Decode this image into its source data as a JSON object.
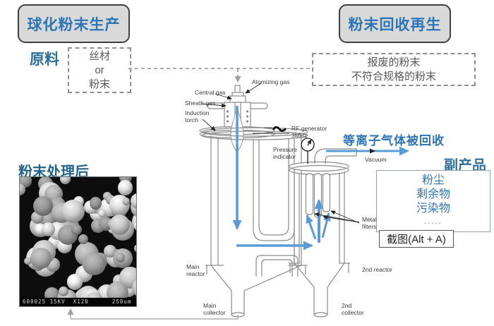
{
  "colors": {
    "accent_blue": "#2E75B6",
    "label_teal": "#2e6f99",
    "arrow_blue": "#5B9BD5"
  },
  "flow_nodes": {
    "production": "球化粉末生产",
    "recycle": "粉末回收再生"
  },
  "raw_material": {
    "label": "原料",
    "feed_lines": [
      "丝材",
      "or",
      "粉末"
    ]
  },
  "scrap_box": {
    "lines": [
      "报废的粉末",
      "不符合规格的粉末"
    ]
  },
  "plasma_recovered_label": "等离子气体被回收",
  "byproduct": {
    "title": "副产品",
    "items": [
      "粉尘",
      "剩余物",
      "污染物"
    ],
    "dots": "....."
  },
  "screenshot_tooltip": {
    "label": "截图(Alt + A)"
  },
  "processed_powder": {
    "label": "粉末处理后"
  },
  "sem": {
    "scalebar": "600025 15KV  X120      250um"
  },
  "apparatus": {
    "central_gas": "Central gas",
    "atomizing_gas": "Atomizing gas",
    "sheath_gas": "Sheath gas",
    "induction_torch": "Induction\ntorch",
    "rf_generator": "RF generator\n3MHz",
    "pressure_indicator": "Pressure\nindicator",
    "vacuum": "Vacuum",
    "metal_filters": "Metal\nfilters",
    "main_reactor": "Main\nreactor",
    "main_collector": "Main\ncollector",
    "second_reactor": "2nd reactor",
    "second_collector": "2nd\ncollector"
  }
}
